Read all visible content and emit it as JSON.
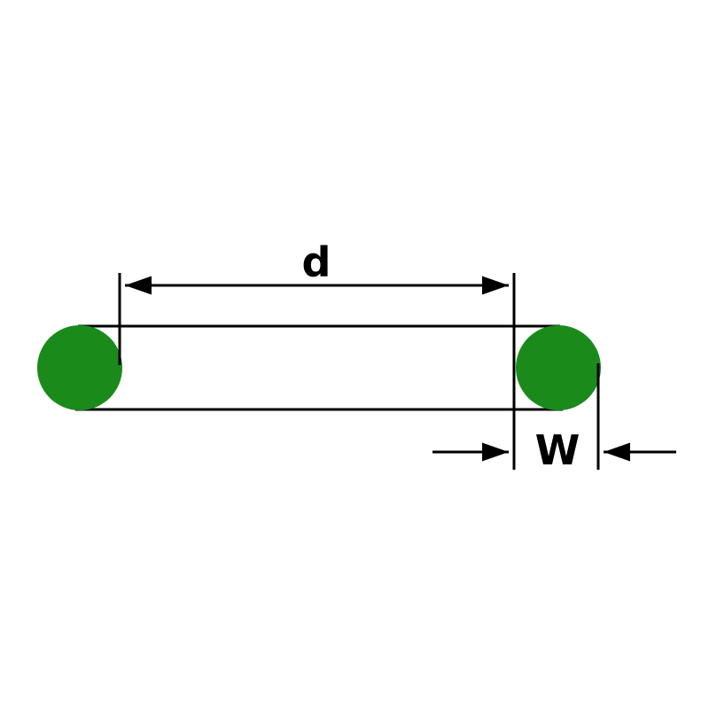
{
  "diagram": {
    "name": "o-ring-dimension-diagram",
    "labels": {
      "inner_diameter": "d",
      "cross_section_width": "W"
    },
    "colors": {
      "ring_fill": "#1a8a1a",
      "line": "#000000",
      "background": "#ffffff"
    }
  }
}
